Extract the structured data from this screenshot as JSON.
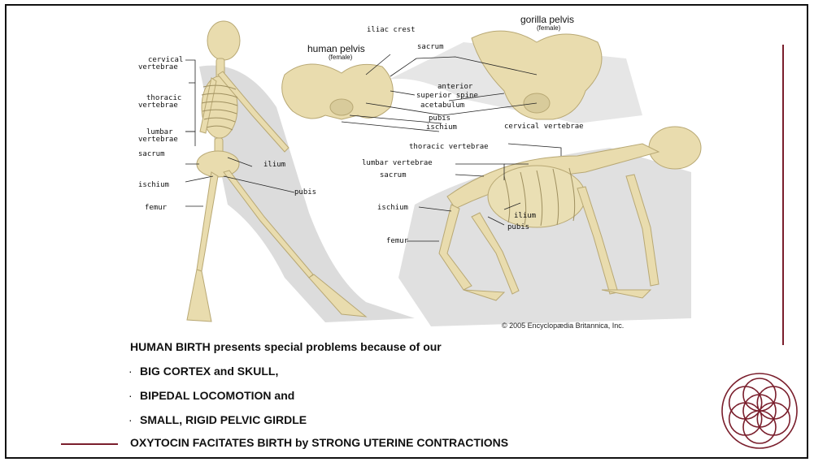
{
  "figure": {
    "human_pelvis_title": "human pelvis",
    "human_pelvis_sub": "(female)",
    "gorilla_pelvis_title": "gorilla pelvis",
    "gorilla_pelvis_sub": "(female)",
    "pelvis_labels": {
      "iliac_crest": "iliac crest",
      "sacrum": "sacrum",
      "anterior": "anterior",
      "superior_spine": "superior spine",
      "acetabulum": "acetabulum",
      "pubis": "pubis",
      "ischium": "ischium"
    },
    "human_labels": {
      "cervical": "cervical",
      "cervical_vert": "vertebrae",
      "thoracic": "thoracic",
      "thoracic_vert": "vertebrae",
      "lumbar": "lumbar",
      "lumbar_vert": "vertebrae",
      "sacrum": "sacrum",
      "ilium": "ilium",
      "ischium": "ischium",
      "pubis": "pubis",
      "femur": "femur"
    },
    "gorilla_labels": {
      "cervical": "cervical vertebrae",
      "thoracic": "thoracic vertebrae",
      "lumbar": "lumbar vertebrae",
      "sacrum": "sacrum",
      "ischium": "ischium",
      "ilium": "ilium",
      "pubis": "pubis",
      "femur": "femur"
    },
    "copyright": "© 2005 Encyclopædia Britannica, Inc."
  },
  "body_text": {
    "intro": "HUMAN BIRTH presents special problems because of our",
    "bullets": [
      "BIG CORTEX and SKULL,",
      "BIPEDAL LOCOMOTION and",
      "SMALL, RIGID PELVIC GIRDLE"
    ],
    "conclusion": "OXYTOCIN FACITATES BIRTH by STRONG UTERINE CONTRACTIONS"
  },
  "colors": {
    "accent": "#7a1e2c",
    "bone": "#e9dcae",
    "shadow": "#d7d7d7"
  }
}
